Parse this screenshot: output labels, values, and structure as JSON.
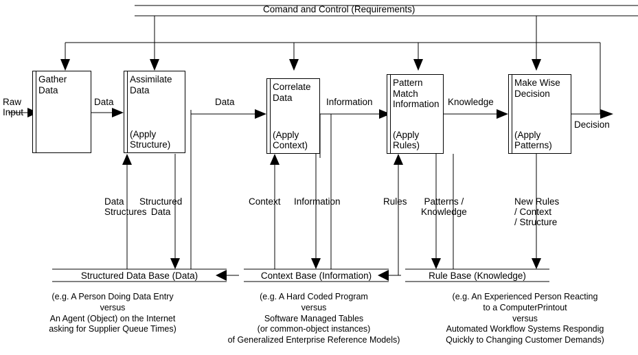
{
  "diagram": {
    "title": "Comand and Control (Requirements)",
    "top_channel_label": "Comand and Control (Requirements)",
    "processes": [
      {
        "id": "gather",
        "name": "Gather\nData",
        "sub": ""
      },
      {
        "id": "assimilate",
        "name": "Assimilate\nData",
        "sub": "(Apply\nStructure)"
      },
      {
        "id": "correlate",
        "name": "Correlate\nData",
        "sub": "(Apply\nContext)"
      },
      {
        "id": "pattern",
        "name": "Pattern\nMatch\nInformation",
        "sub": "(Apply\nRules)"
      },
      {
        "id": "decide",
        "name": "Make Wise\nDecision",
        "sub": "(Apply\nPatterns)"
      }
    ],
    "flows": {
      "raw_input": "Raw\nInput",
      "data_1": "Data",
      "data_2": "Data",
      "information": "Information",
      "knowledge": "Knowledge",
      "decision": "Decision"
    },
    "store_flows": {
      "data_structures": "Data\nStructures",
      "structured_data": "Structured\nData",
      "context": "Context",
      "information": "Information",
      "rules": "Rules",
      "patterns_knowledge": "Patterns /\nKnowledge",
      "new_rules": "New Rules\n/ Context\n/ Structure"
    },
    "stores": [
      {
        "id": "structured-data-base",
        "label": "Structured Data Base (Data)"
      },
      {
        "id": "context-base",
        "label": "Context Base (Information)"
      },
      {
        "id": "rule-base",
        "label": "Rule Base (Knowledge)"
      }
    ],
    "captions": [
      {
        "id": "caption-data",
        "text": "(e.g. A Person Doing Data Entry\nversus\nAn Agent (Object) on the Internet\nasking for Supplier Queue Times)"
      },
      {
        "id": "caption-context",
        "text": "(e.g. A Hard Coded Program\nversus\nSoftware Managed Tables\n(or common-object instances)\nof Generalized Enterprise Reference Models)"
      },
      {
        "id": "caption-knowledge",
        "text": "(e.g. An Experienced Person Reacting\nto a ComputerPrintout\nversus\nAutomated Workflow Systems Respondig\nQuickly to Changing Customer Demands)"
      }
    ],
    "colors": {
      "stroke": "#000000",
      "background": "#ffffff",
      "text": "#000000"
    }
  }
}
